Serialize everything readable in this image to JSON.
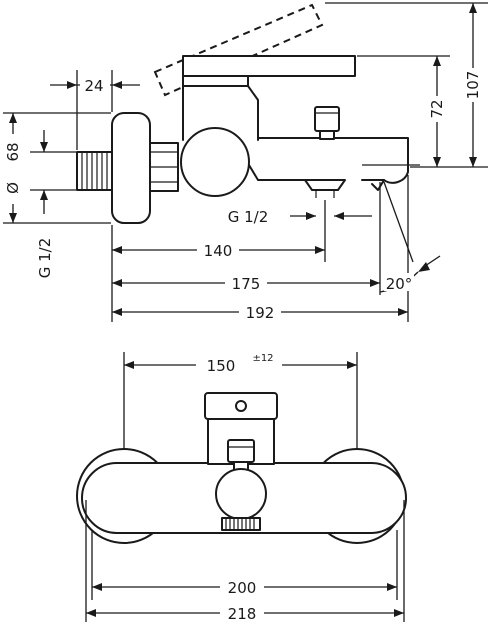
{
  "dimensions": {
    "d24": "24",
    "d107": "107",
    "d72": "72",
    "d68": "68",
    "dia": "Ø",
    "g_left": "G 1/2",
    "g_outlet": "G 1/2",
    "d140": "140",
    "d175": "175",
    "d192": "192",
    "angle": "20°",
    "d150": "150",
    "d150_tol": "±12",
    "d200": "200",
    "d218": "218"
  }
}
